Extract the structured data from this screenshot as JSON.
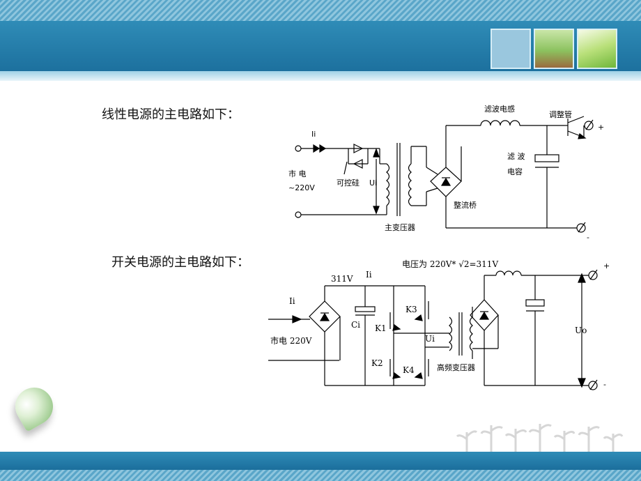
{
  "headings": {
    "linear": "线性电源的主电路如下：",
    "switching": "开关电源的主电路如下："
  },
  "linear_diagram": {
    "current": "Ii",
    "mains_label_1": "市  电",
    "mains_label_2": "~220V",
    "thyristor": "可控硅",
    "voltage": "Ui",
    "transformer": "主变压器",
    "rectifier": "整流桥",
    "inductor": "滤波电感",
    "capacitor_1": "滤 波",
    "capacitor_2": "电容",
    "regulator": "调整管",
    "plus": "+",
    "minus": "-"
  },
  "switching_diagram": {
    "current_in": "Ii",
    "mains": "市电 220V",
    "dc_voltage": "311V",
    "current_bus": "Ii",
    "bus_note": "电压为 220V* √2=311V",
    "capacitor": "Ci",
    "k1": "K1",
    "k2": "K2",
    "k3": "K3",
    "k4": "K4",
    "voltage": "Ui",
    "transformer": "高频变压器",
    "output": "Uo",
    "plus": "+",
    "minus": "-"
  }
}
